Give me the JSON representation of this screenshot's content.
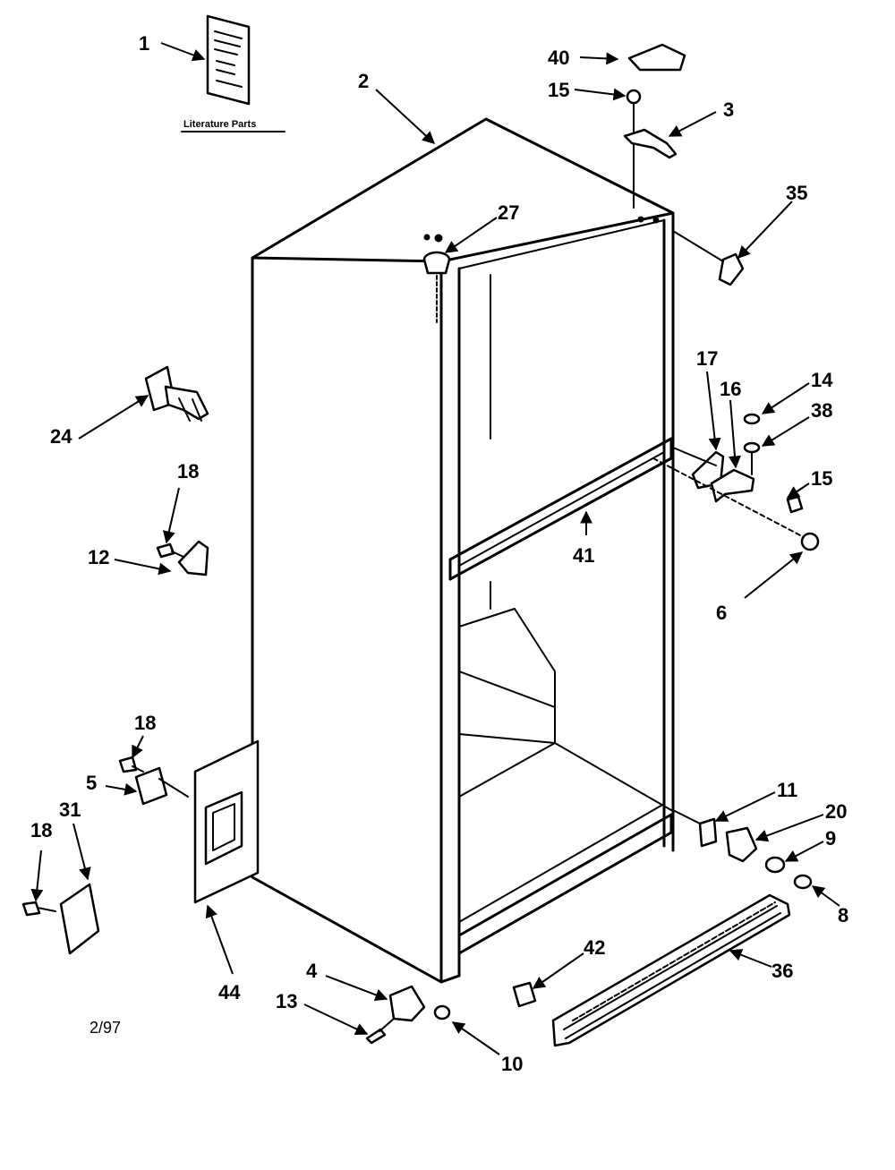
{
  "diagram": {
    "literature_label": "Literature Parts",
    "date_code": "2/97",
    "callouts": [
      "1",
      "2",
      "40",
      "15",
      "3",
      "35",
      "27",
      "24",
      "17",
      "16",
      "14",
      "38",
      "15",
      "18",
      "12",
      "41",
      "6",
      "18",
      "5",
      "11",
      "20",
      "9",
      "8",
      "18",
      "31",
      "44",
      "4",
      "42",
      "36",
      "13",
      "10"
    ]
  }
}
